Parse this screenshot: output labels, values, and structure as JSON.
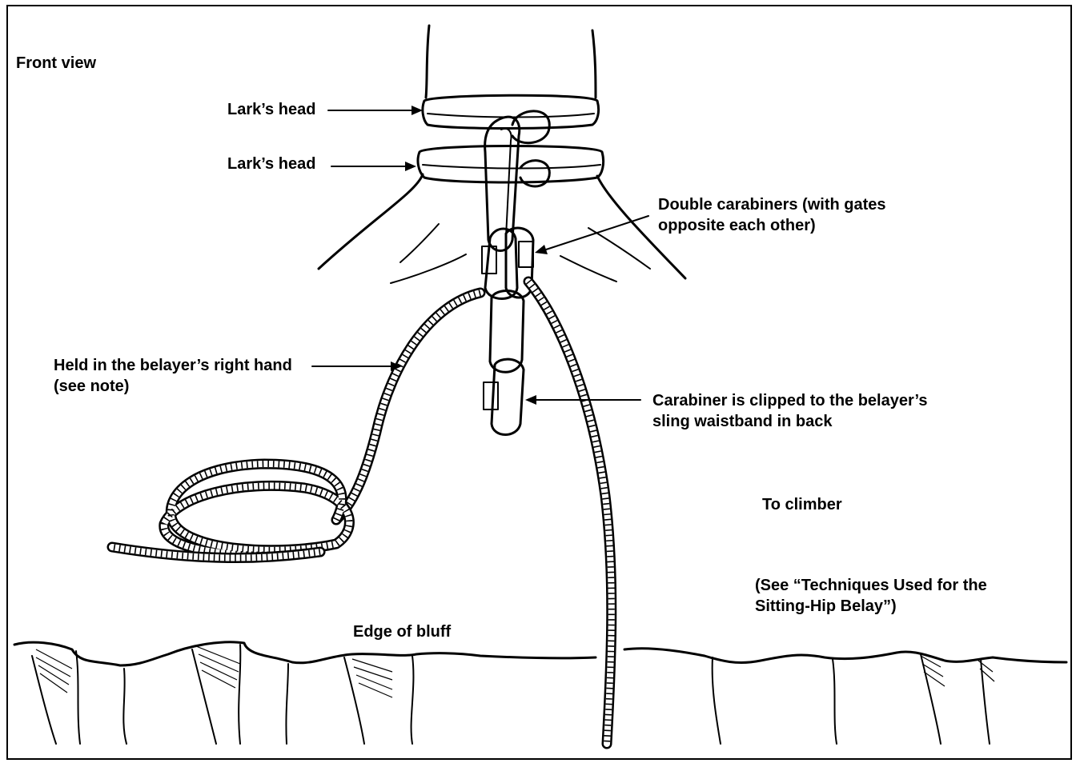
{
  "labels": {
    "view": "Front view",
    "larks_head_top": "Lark’s head",
    "larks_head_bottom": "Lark’s head",
    "double_carabiners": [
      "Double carabiners (with gates",
      "opposite each other)"
    ],
    "held_hand": [
      "Held in the belayer’s right hand",
      "(see note)"
    ],
    "carabiner_clipped": [
      "Carabiner is clipped to the belayer’s",
      "sling waistband in back"
    ],
    "to_climber": "To climber",
    "see_note": [
      "(See “Techniques Used for the",
      "Sitting-Hip Belay”)"
    ],
    "edge_of_bluff": "Edge of bluff"
  }
}
